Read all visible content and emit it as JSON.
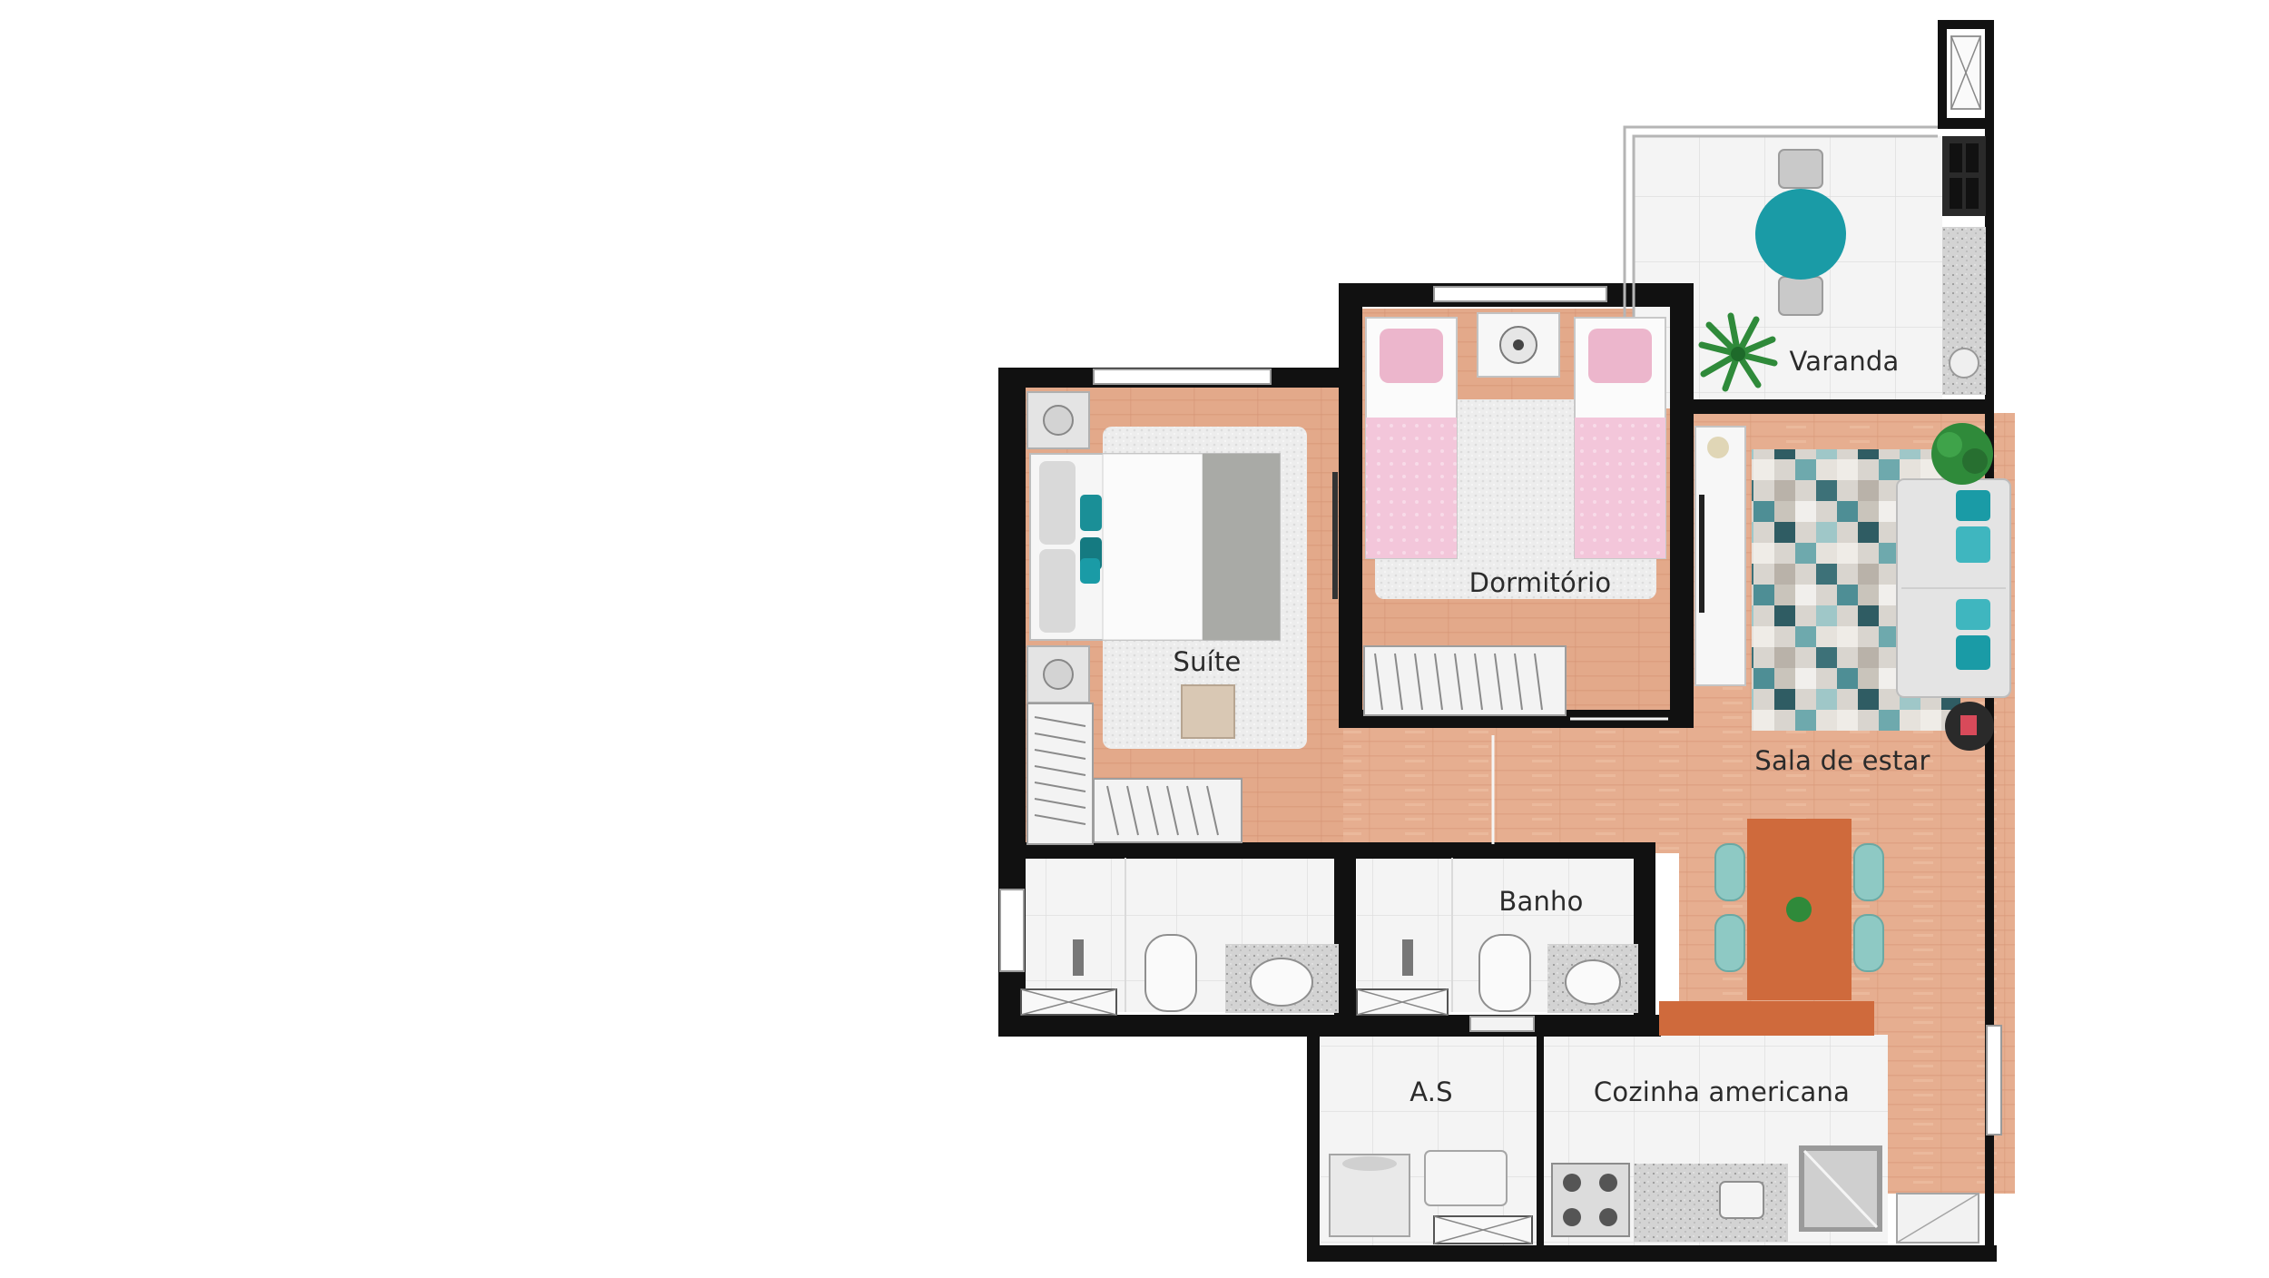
{
  "floorplan": {
    "rooms": {
      "varanda": "Varanda",
      "dormitorio": "Dormitório",
      "suite": "Suíte",
      "sala": "Sala de estar",
      "banho": "Banho",
      "as": "A.S",
      "cozinha": "Cozinha americana"
    },
    "colors": {
      "wall": "#111111",
      "wood_floor": "#e6ae90",
      "tile_floor": "#f2f2f2",
      "accent_teal": "#1a9ba6",
      "bed_pink": "#f3c9dc",
      "rug_gray": "#ececec",
      "granite": "#cfcfcf",
      "table_wood": "#cf6a3c",
      "sofa_gray": "#e4e4e4"
    }
  }
}
